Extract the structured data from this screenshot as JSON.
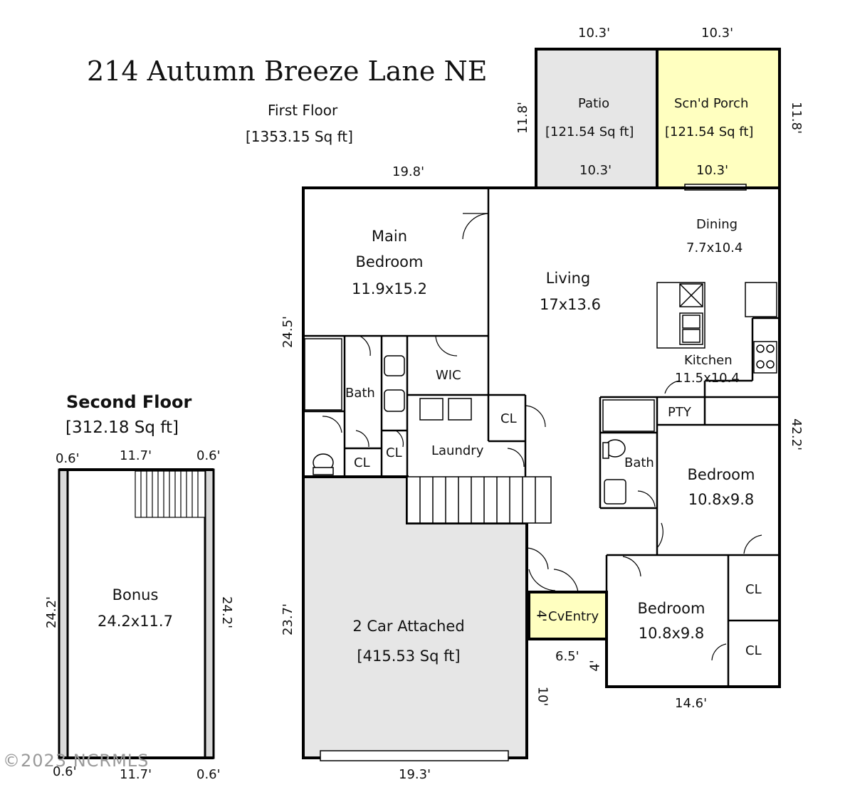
{
  "title": "214 Autumn Breeze Lane NE",
  "first_floor": {
    "label": "First Floor",
    "area": "[1353.15 Sq ft]",
    "rooms": {
      "patio": {
        "name": "Patio",
        "area": "[121.54 Sq ft]"
      },
      "porch": {
        "name": "Scn'd Porch",
        "area": "[121.54 Sq ft]"
      },
      "main_bedroom": {
        "line1": "Main",
        "line2": "Bedroom",
        "size": "11.9x15.2"
      },
      "living": {
        "name": "Living",
        "size": "17x13.6"
      },
      "dining": {
        "name": "Dining",
        "size": "7.7x10.4"
      },
      "kitchen": {
        "name": "Kitchen",
        "size": "11.5x10.4"
      },
      "bath1": "Bath",
      "wic": "WIC",
      "cl_bath": "CL",
      "cl_laundry": "CL",
      "cl_wic": "CL",
      "laundry": "Laundry",
      "pty": "PTY",
      "bath2": "Bath",
      "bedroom2": {
        "name": "Bedroom",
        "size": "10.8x9.8"
      },
      "bedroom3": {
        "name": "Bedroom",
        "size": "10.8x9.8"
      },
      "cl_bed3_top": "CL",
      "cl_bed3_bottom": "CL",
      "garage": {
        "name": "2 Car Attached",
        "area": "[415.53 Sq ft]"
      },
      "cv_entry": "CvEntry"
    },
    "dims": {
      "patio_top": "10.3'",
      "porch_top": "10.3'",
      "patio_bottom": "10.3'",
      "porch_bottom": "10.3'",
      "patio_side": "11.8'",
      "porch_side": "11.8'",
      "top_left": "19.8'",
      "left_upper": "24.5'",
      "left_lower": "23.7'",
      "right": "42.2'",
      "garage_bottom": "19.3'",
      "entry_w": "6.5'",
      "entry_h": "4'",
      "entry_side": "4'",
      "garage_side": "10'",
      "bed3_bottom": "14.6'"
    }
  },
  "second_floor": {
    "label": "Second Floor",
    "area": "[312.18 Sq ft]",
    "bonus": {
      "name": "Bonus",
      "size": "24.2x11.7"
    },
    "dims": {
      "top_left": "0.6'",
      "top_mid": "11.7'",
      "top_right": "0.6'",
      "left": "24.2'",
      "right": "24.2'",
      "bottom_left": "0.6'",
      "bottom_mid": "11.7'",
      "bottom_right": "0.6'"
    }
  },
  "watermark": "©2023 NCRMLS",
  "colors": {
    "wall": "#000000",
    "patio_fill": "#e6e6e6",
    "porch_fill": "#ffffc0",
    "garage_fill": "#e6e6e6",
    "entry_fill": "#ffffc0",
    "bonus_wall_fill": "#d9d9d9"
  }
}
